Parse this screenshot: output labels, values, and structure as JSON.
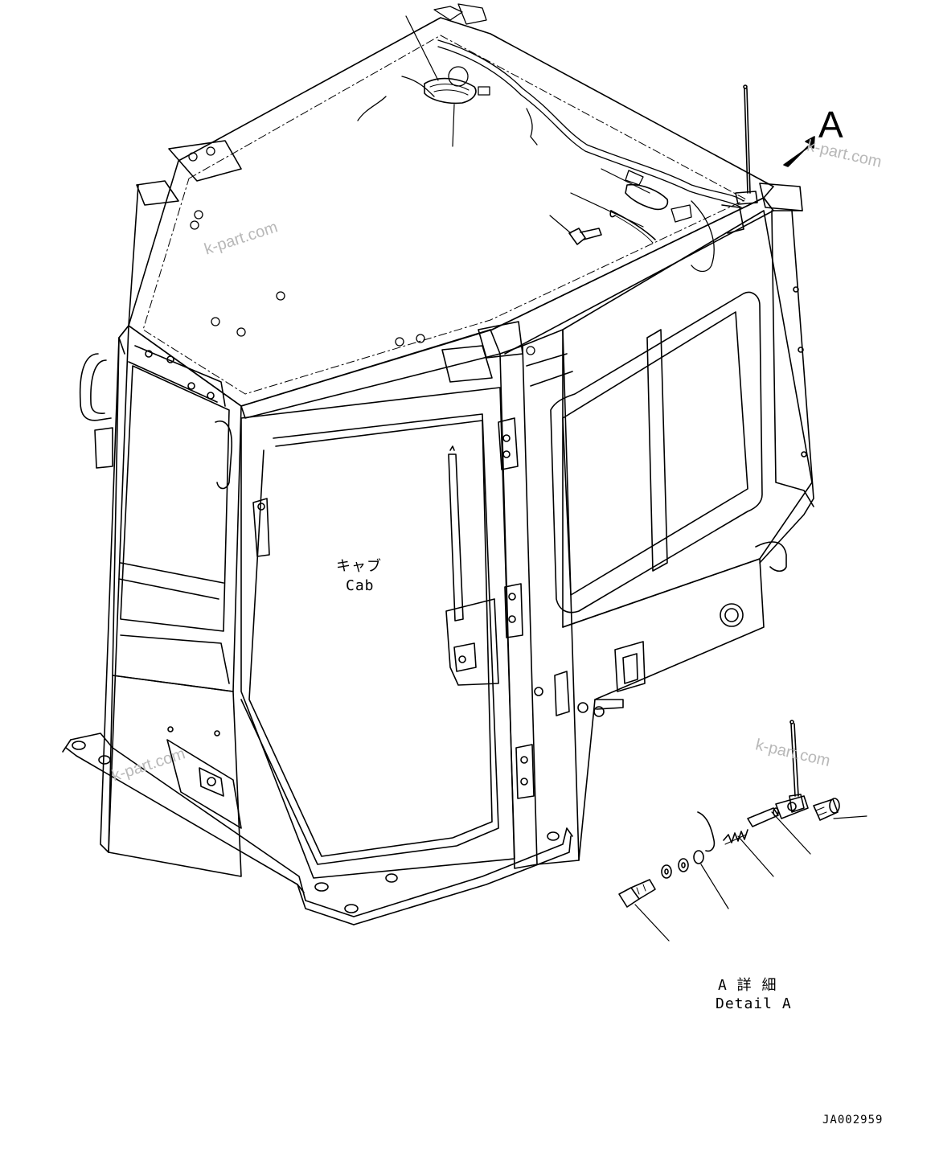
{
  "labels": {
    "cab_jp": "キャブ",
    "cab_en": "Cab",
    "detail_letter": "A",
    "detail_jp": "A 詳 細",
    "detail_en": "Detail A",
    "drawing_number": "JA002959"
  },
  "watermarks": {
    "text": "k-part.com"
  },
  "colors": {
    "line": "#000000",
    "watermark": "#b8b8b8",
    "background": "#ffffff"
  }
}
